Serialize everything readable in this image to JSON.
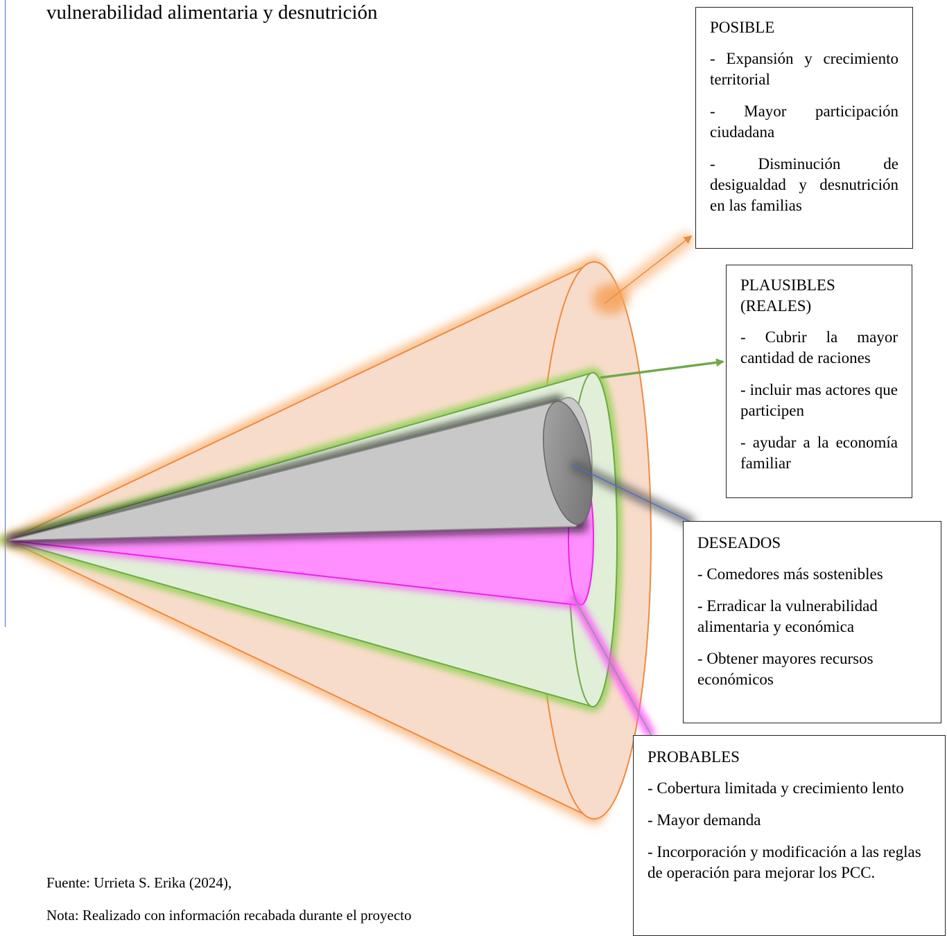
{
  "title": "vulnerabilidad alimentaria y desnutrición",
  "colors": {
    "posible": "#f08a3c",
    "plausibles": "#6fa94a",
    "deseados": "#8a8a8a",
    "probables": "#ee22ee",
    "margin_line": "#4a6fd1"
  },
  "boxes": {
    "posible": {
      "heading": "POSIBLE",
      "items": [
        "- Expansión y crecimiento territorial",
        "- Mayor participación ciudadana",
        "- Disminución de desigualdad y desnutrición en las familias"
      ]
    },
    "plausibles": {
      "heading_line1": "PLAUSIBLES",
      "heading_line2": "(REALES)",
      "items": [
        "- Cubrir la mayor cantidad de raciones",
        "- incluir mas actores que participen",
        "- ayudar a la economía familiar"
      ]
    },
    "deseados": {
      "heading": "DESEADOS",
      "items": [
        "- Comedores más sostenibles",
        "- Erradicar la vulnerabilidad alimentaria y económica",
        "- Obtener mayores recursos económicos"
      ]
    },
    "probables": {
      "heading": "PROBABLES",
      "items": [
        "- Cobertura limitada y crecimiento lento",
        "- Mayor demanda",
        "- Incorporación y modificación a las reglas de operación para mejorar los PCC."
      ]
    }
  },
  "footer": {
    "source": "Fuente: Urrieta S. Erika (2024),",
    "note": "Nota: Realizado con información recabada durante el proyecto"
  }
}
